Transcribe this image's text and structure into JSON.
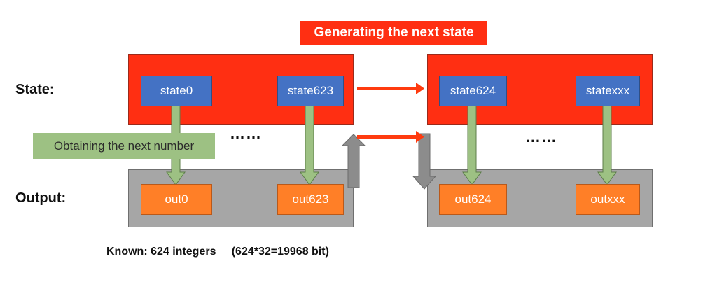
{
  "title": "Generating the next state",
  "labels": {
    "state_row": "State:",
    "output_row": "Output:"
  },
  "annotation": "Obtaining the next number",
  "ellipsis": "……",
  "left_group": {
    "states": [
      "state0",
      "state623"
    ],
    "outputs": [
      "out0",
      "out623"
    ]
  },
  "right_group": {
    "states": [
      "state624",
      "statexxx"
    ],
    "outputs": [
      "out624",
      "outxxx"
    ]
  },
  "footer": {
    "known": "Known: 624 integers",
    "formula": "(624*32=19968 bit)"
  },
  "colors": {
    "title_bg": "#ff2f12",
    "state_panel": "#ff2f12",
    "state_box": "#4472c4",
    "output_panel": "#a6a6a6",
    "output_box": "#ff7f27",
    "green_arrow": "#9dc183",
    "green_label_bg": "#9dc183",
    "gray_arrow": "#8c8c8c",
    "red_arrow": "#ff3b0f"
  }
}
